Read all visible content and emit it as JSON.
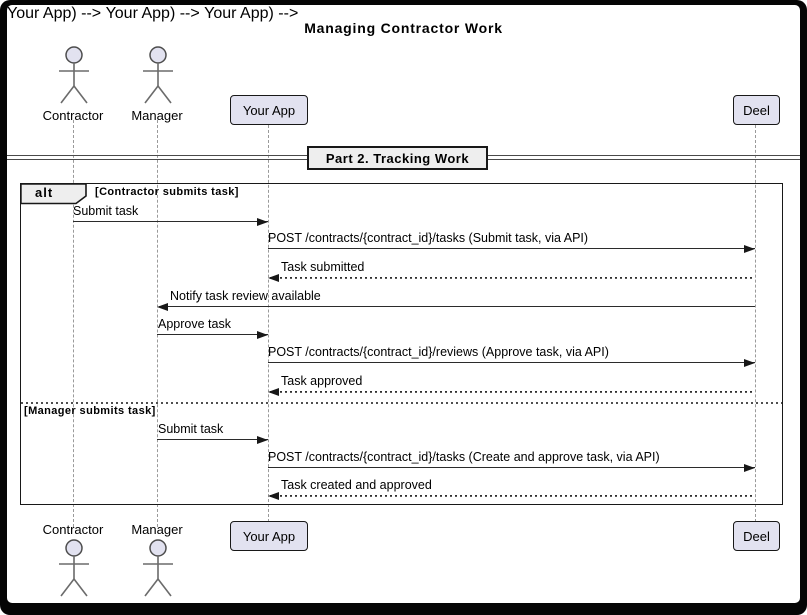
{
  "diagram": {
    "title": "Managing Contractor Work",
    "divider_label": "Part 2. Tracking Work",
    "frame": {
      "operator": "alt",
      "guard1": "[Contractor submits task]",
      "guard2": "[Manager submits task]"
    },
    "participants": [
      {
        "name": "Contractor",
        "type": "actor"
      },
      {
        "name": "Manager",
        "type": "actor"
      },
      {
        "name": "Your App",
        "type": "participant"
      },
      {
        "name": "Deel",
        "type": "participant"
      }
    ],
    "messages": [
      {
        "label": "Submit task",
        "from": "Contractor",
        "to": "Your App",
        "style": "solid"
      },
      {
        "label": "POST /contracts/{contract_id}/tasks (Submit task, via API)",
        "from": "Your App",
        "to": "Deel",
        "style": "solid"
      },
      {
        "label": "Task submitted",
        "from": "Deel",
        "to": "Your App",
        "style": "return"
      },
      {
        "label": "Notify task review available",
        "from": "Deel",
        "to": "Manager",
        "style": "solid"
      },
      {
        "label": "Approve task",
        "from": "Manager",
        "to": "Your App",
        "style": "solid"
      },
      {
        "label": "POST /contracts/{contract_id}/reviews (Approve task, via API)",
        "from": "Your App",
        "to": "Deel",
        "style": "solid"
      },
      {
        "label": "Task approved",
        "from": "Deel",
        "to": "Your App",
        "style": "return"
      },
      {
        "label": "Submit task",
        "from": "Manager",
        "to": "Your App",
        "style": "solid"
      },
      {
        "label": "POST /contracts/{contract_id}/tasks (Create and approve task, via API)",
        "from": "Your App",
        "to": "Deel",
        "style": "solid"
      },
      {
        "label": "Task created and approved",
        "from": "Deel",
        "to": "Your App",
        "style": "return"
      }
    ],
    "colors": {
      "participant_fill": "#E2E2F0",
      "participant_border": "#181818",
      "frame_border": "#181818",
      "label_fill": "#EEEEEE",
      "lifeline": "#9A9A9A",
      "arrow": "#181818",
      "outer_border": "#050505"
    }
  }
}
